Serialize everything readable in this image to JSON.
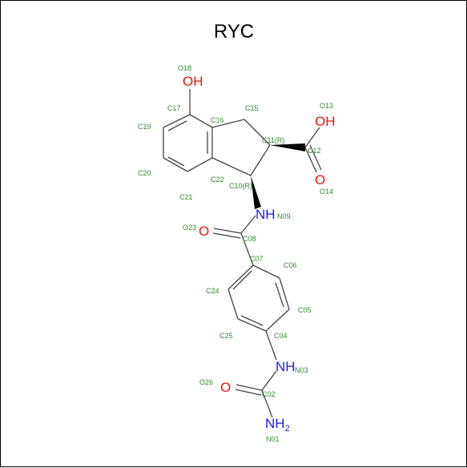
{
  "title": "RYC",
  "colors": {
    "carbon_label": "#2e8b2e",
    "oxygen": "#ee1111",
    "nitrogen": "#1a1aee",
    "bond": "#444444"
  },
  "atom_labels": {
    "O18": "O18",
    "C17": "C17",
    "C15": "C15",
    "C16": "C16",
    "C19": "C19",
    "O13": "O13",
    "C11": "C11(R)",
    "C12": "C12",
    "C20": "C20",
    "C22": "C22",
    "C10": "C10(R)",
    "O14": "O14",
    "C21": "C21",
    "N09": "N09",
    "O23": "O23",
    "C08": "C08",
    "C07": "C07",
    "C06": "C06",
    "C24": "C24",
    "C05": "C05",
    "C25": "C25",
    "C04": "C04",
    "N03": "N03",
    "O26": "O26",
    "C02": "C02",
    "N01": "N01"
  },
  "heteroatoms": {
    "OH_top": "OH",
    "OH_acid": "OH",
    "O_acid": "O",
    "NH_amide": "NH",
    "O_amide": "O",
    "NH_urea": "NH",
    "O_urea": "O",
    "NH2": "NH",
    "NH2_sub": "2"
  }
}
